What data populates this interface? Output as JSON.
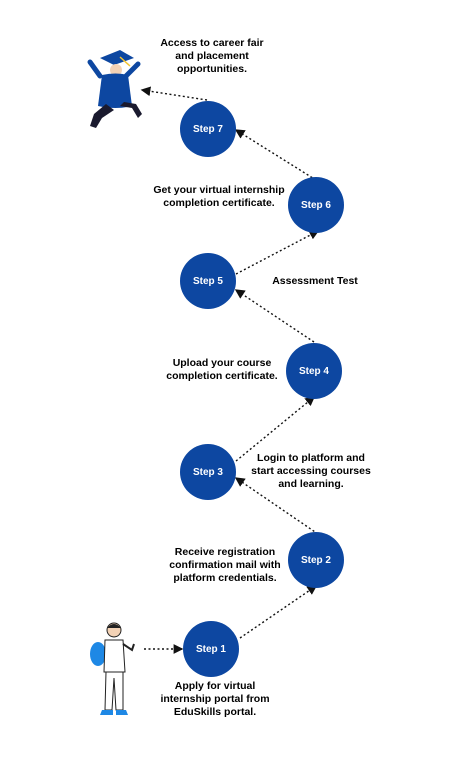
{
  "steps": [
    {
      "label": "Step 1",
      "description": "Apply for virtual internship portal from EduSkills portal."
    },
    {
      "label": "Step 2",
      "description": "Receive registration confirmation mail with platform credentials."
    },
    {
      "label": "Step 3",
      "description": "Login to platform and start accessing courses and learning."
    },
    {
      "label": "Step 4",
      "description": "Upload your course completion certificate."
    },
    {
      "label": "Step 5",
      "description": "Assessment Test"
    },
    {
      "label": "Step 6",
      "description": "Get your virtual internship completion certificate."
    },
    {
      "label": "Step 7",
      "description": "Access to career fair and placement opportunities."
    }
  ],
  "colors": {
    "step_fill": "#0d47a1",
    "step_text": "#ffffff",
    "connector": "#111111",
    "text": "#000000"
  },
  "icons": {
    "start": "student-with-backpack-illustration",
    "end": "graduate-jumping-illustration"
  }
}
